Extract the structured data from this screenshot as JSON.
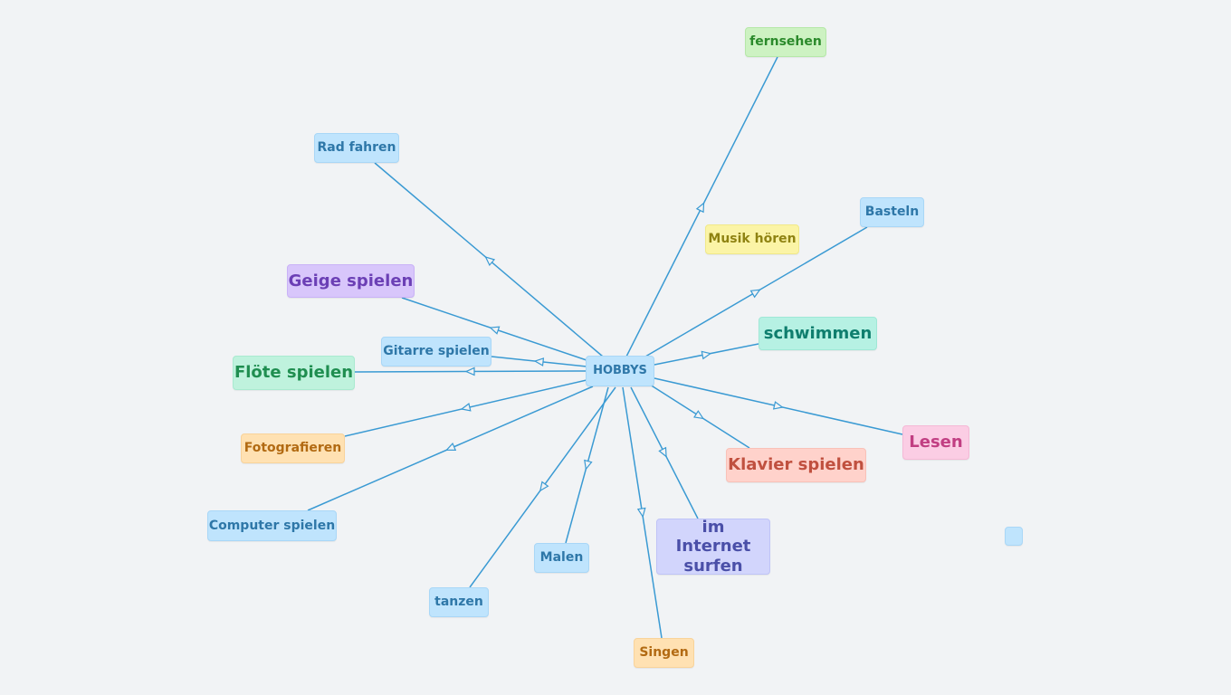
{
  "center": {
    "label": "HOBBYS"
  },
  "nodes": [
    {
      "id": "fernsehen",
      "label": "fernsehen"
    },
    {
      "id": "rad-fahren",
      "label": "Rad fahren"
    },
    {
      "id": "basteln",
      "label": "Basteln"
    },
    {
      "id": "musik-hoeren",
      "label": "Musik hören"
    },
    {
      "id": "geige-spielen",
      "label": "Geige spielen"
    },
    {
      "id": "schwimmen",
      "label": "schwimmen"
    },
    {
      "id": "gitarre-spielen",
      "label": "Gitarre spielen"
    },
    {
      "id": "floete-spielen",
      "label": "Flöte spielen"
    },
    {
      "id": "lesen",
      "label": "Lesen"
    },
    {
      "id": "fotografieren",
      "label": "Fotografieren"
    },
    {
      "id": "klavier-spielen",
      "label": "Klavier spielen"
    },
    {
      "id": "computer-spielen",
      "label": "Computer spielen"
    },
    {
      "id": "im-internet-surfen",
      "label": "im Internet surfen"
    },
    {
      "id": "malen",
      "label": "Malen"
    },
    {
      "id": "tanzen",
      "label": "tanzen"
    },
    {
      "id": "singen",
      "label": "Singen"
    }
  ],
  "colors": {
    "background": "#f1f3f5",
    "edge": "#3a9ad3",
    "blue": "#bfe4fd",
    "green": "#cdf2c2",
    "yellow": "#fbf4a6",
    "purple": "#d8c6fb",
    "mint": "#bff2dd",
    "teal": "#b6f1e3",
    "orange": "#ffe1b2",
    "salmon": "#ffd2cb",
    "pink": "#fbcde4",
    "lavender": "#d2d5fc"
  }
}
